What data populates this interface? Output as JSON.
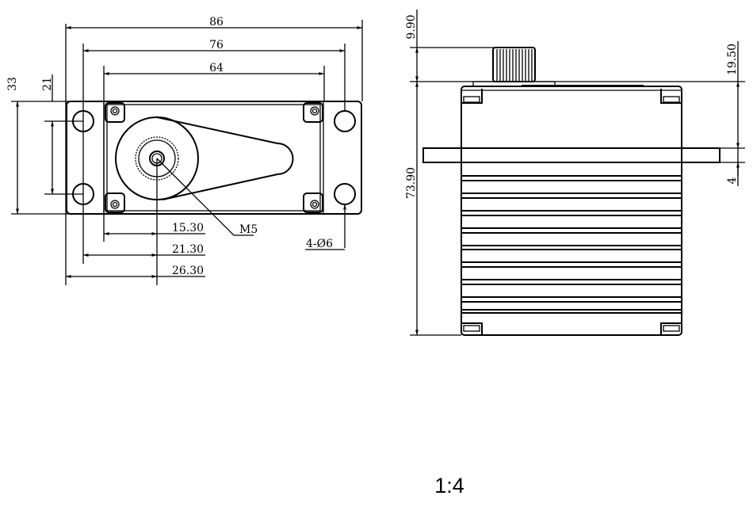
{
  "front_view": {
    "dims": {
      "overall_width": "86",
      "hole_spacing_width": "76",
      "body_width": "64",
      "overall_height": "33",
      "hole_spacing_height": "21",
      "shaft_from_body": "15.30",
      "shaft_from_hole": "21.30",
      "shaft_from_edge": "26.30"
    },
    "thread_label": "M5",
    "hole_label": "4-Ø6"
  },
  "side_view": {
    "dims": {
      "spline_height": "9.90",
      "top_to_flange": "19.50",
      "flange_thickness": "4",
      "body_height": "73.90"
    }
  },
  "scale": "1:4"
}
